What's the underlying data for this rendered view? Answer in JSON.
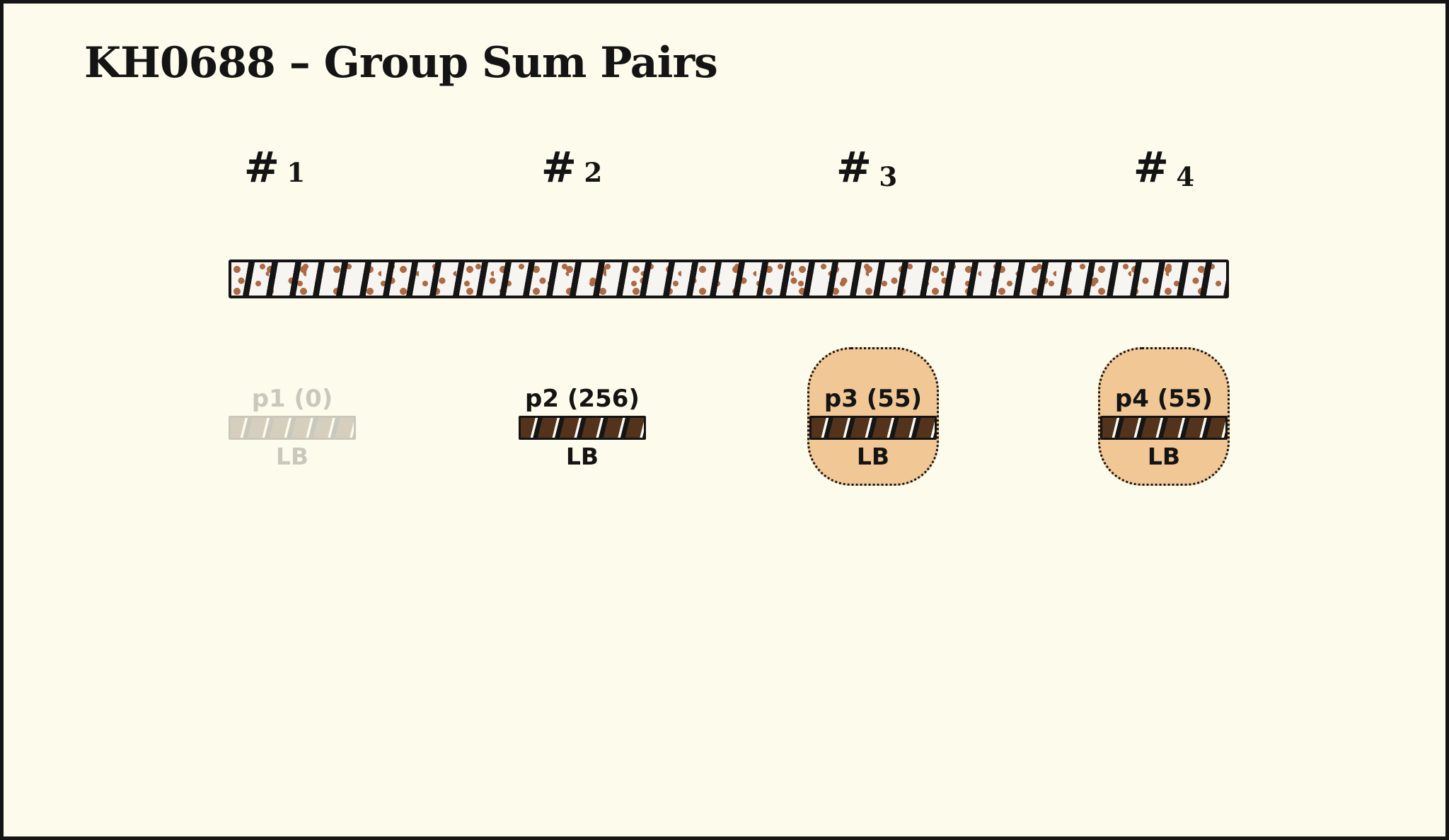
{
  "title": "KH0688 – Group Sum Pairs",
  "columns": [
    {
      "header": "# 1",
      "header_hash": "#",
      "header_num": "1",
      "num_class": "hnum",
      "label": "p1 (0)",
      "value": 0,
      "sub": "LB",
      "state": "faded",
      "highlighted": false
    },
    {
      "header": "# 2",
      "header_hash": "#",
      "header_num": "2",
      "num_class": "hnum",
      "label": "p2 (256)",
      "value": 256,
      "sub": "LB",
      "state": "normal",
      "highlighted": false
    },
    {
      "header": "# 3",
      "header_hash": "#",
      "header_num": "3",
      "num_class": "hnum low",
      "label": "p3 (55)",
      "value": 55,
      "sub": "LB",
      "state": "highlighted",
      "highlighted": true
    },
    {
      "header": "# 4",
      "header_hash": "#",
      "header_num": "4",
      "num_class": "hnum low",
      "label": "p4 (55)",
      "value": 55,
      "sub": "LB",
      "state": "highlighted",
      "highlighted": true
    }
  ],
  "colors": {
    "background": "#fdfcec",
    "ink": "#141414",
    "total_bar_fill": "#f6f5f2",
    "speckle": "#ae6a43",
    "group_bar_fill": "#53331b",
    "highlight_blob": "#f1c795",
    "faded_opacity": "0.22"
  }
}
